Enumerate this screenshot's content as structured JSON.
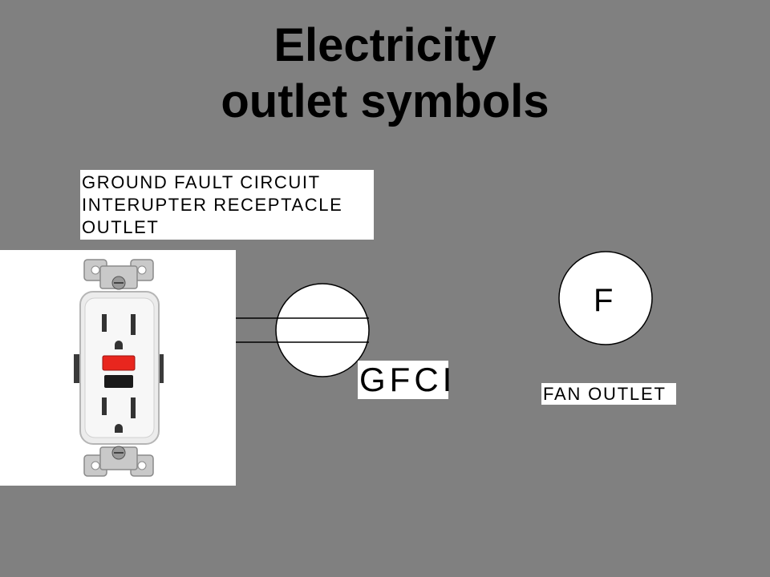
{
  "colors": {
    "background": "#808080",
    "label_background": "#ffffff",
    "text": "#000000",
    "outlet_red_button": "#e8261e",
    "outlet_black_button": "#1a1a1a"
  },
  "title": {
    "line1": "Electricity",
    "line2": "outlet symbols"
  },
  "gfci": {
    "description_lines": [
      "GROUND FAULT CIRCUIT",
      "INTERUPTER RECEPTACLE",
      "OUTLET"
    ],
    "symbol_label": "GFCI",
    "photo_icon": "gfci-receptacle-photo"
  },
  "fan": {
    "symbol_letter": "F",
    "label": "FAN OUTLET"
  }
}
